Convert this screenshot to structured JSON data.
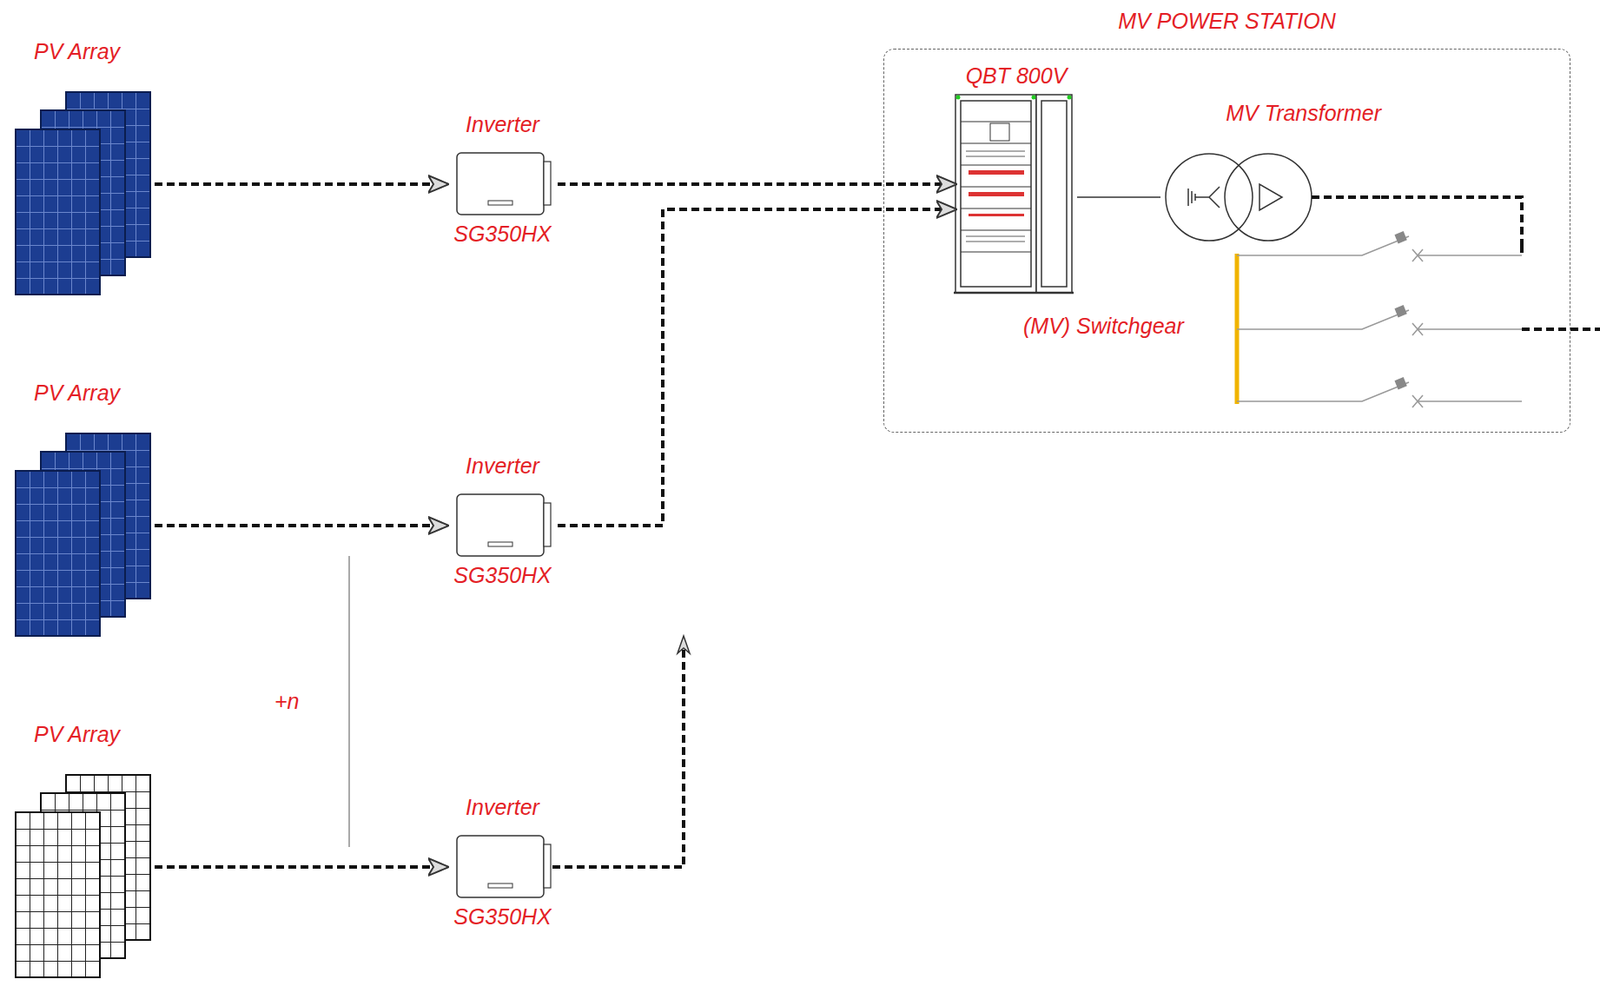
{
  "diagram": {
    "nodes": [
      {
        "text": [
          "PV Array"
        ]
      },
      {
        "text": [
          "Inverter",
          "SG350HX"
        ]
      },
      {
        "text": [
          "PV Array"
        ]
      },
      {
        "text": [
          "Inverter",
          "SG350HX"
        ]
      },
      {
        "text": [
          "PV Array"
        ]
      },
      {
        "text": [
          "Inverter",
          "SG350HX"
        ]
      },
      {
        "text": [
          "MV POWER STATION"
        ]
      },
      {
        "text": [
          "QBT 800V"
        ],
        "in": 6
      },
      {
        "text": [
          "MV Transformer"
        ],
        "in": 6
      },
      {
        "text": [
          "(MV) Switchgear"
        ],
        "in": 6
      }
    ],
    "edges": [
      {
        "from": 0,
        "to": 1,
        "arrow": "to"
      },
      {
        "from": 2,
        "to": 3,
        "arrow": "to"
      },
      {
        "from": 4,
        "to": 5,
        "arrow": "to"
      },
      {
        "from": 1,
        "to": 7,
        "arrow": "to"
      },
      {
        "from": 3,
        "to": 7,
        "arrow": "to"
      },
      {
        "from": 7,
        "to": 8,
        "arrow": "none"
      },
      {
        "from": 8,
        "to": 9,
        "arrow": "none"
      }
    ],
    "labels": [
      "+n"
    ]
  }
}
